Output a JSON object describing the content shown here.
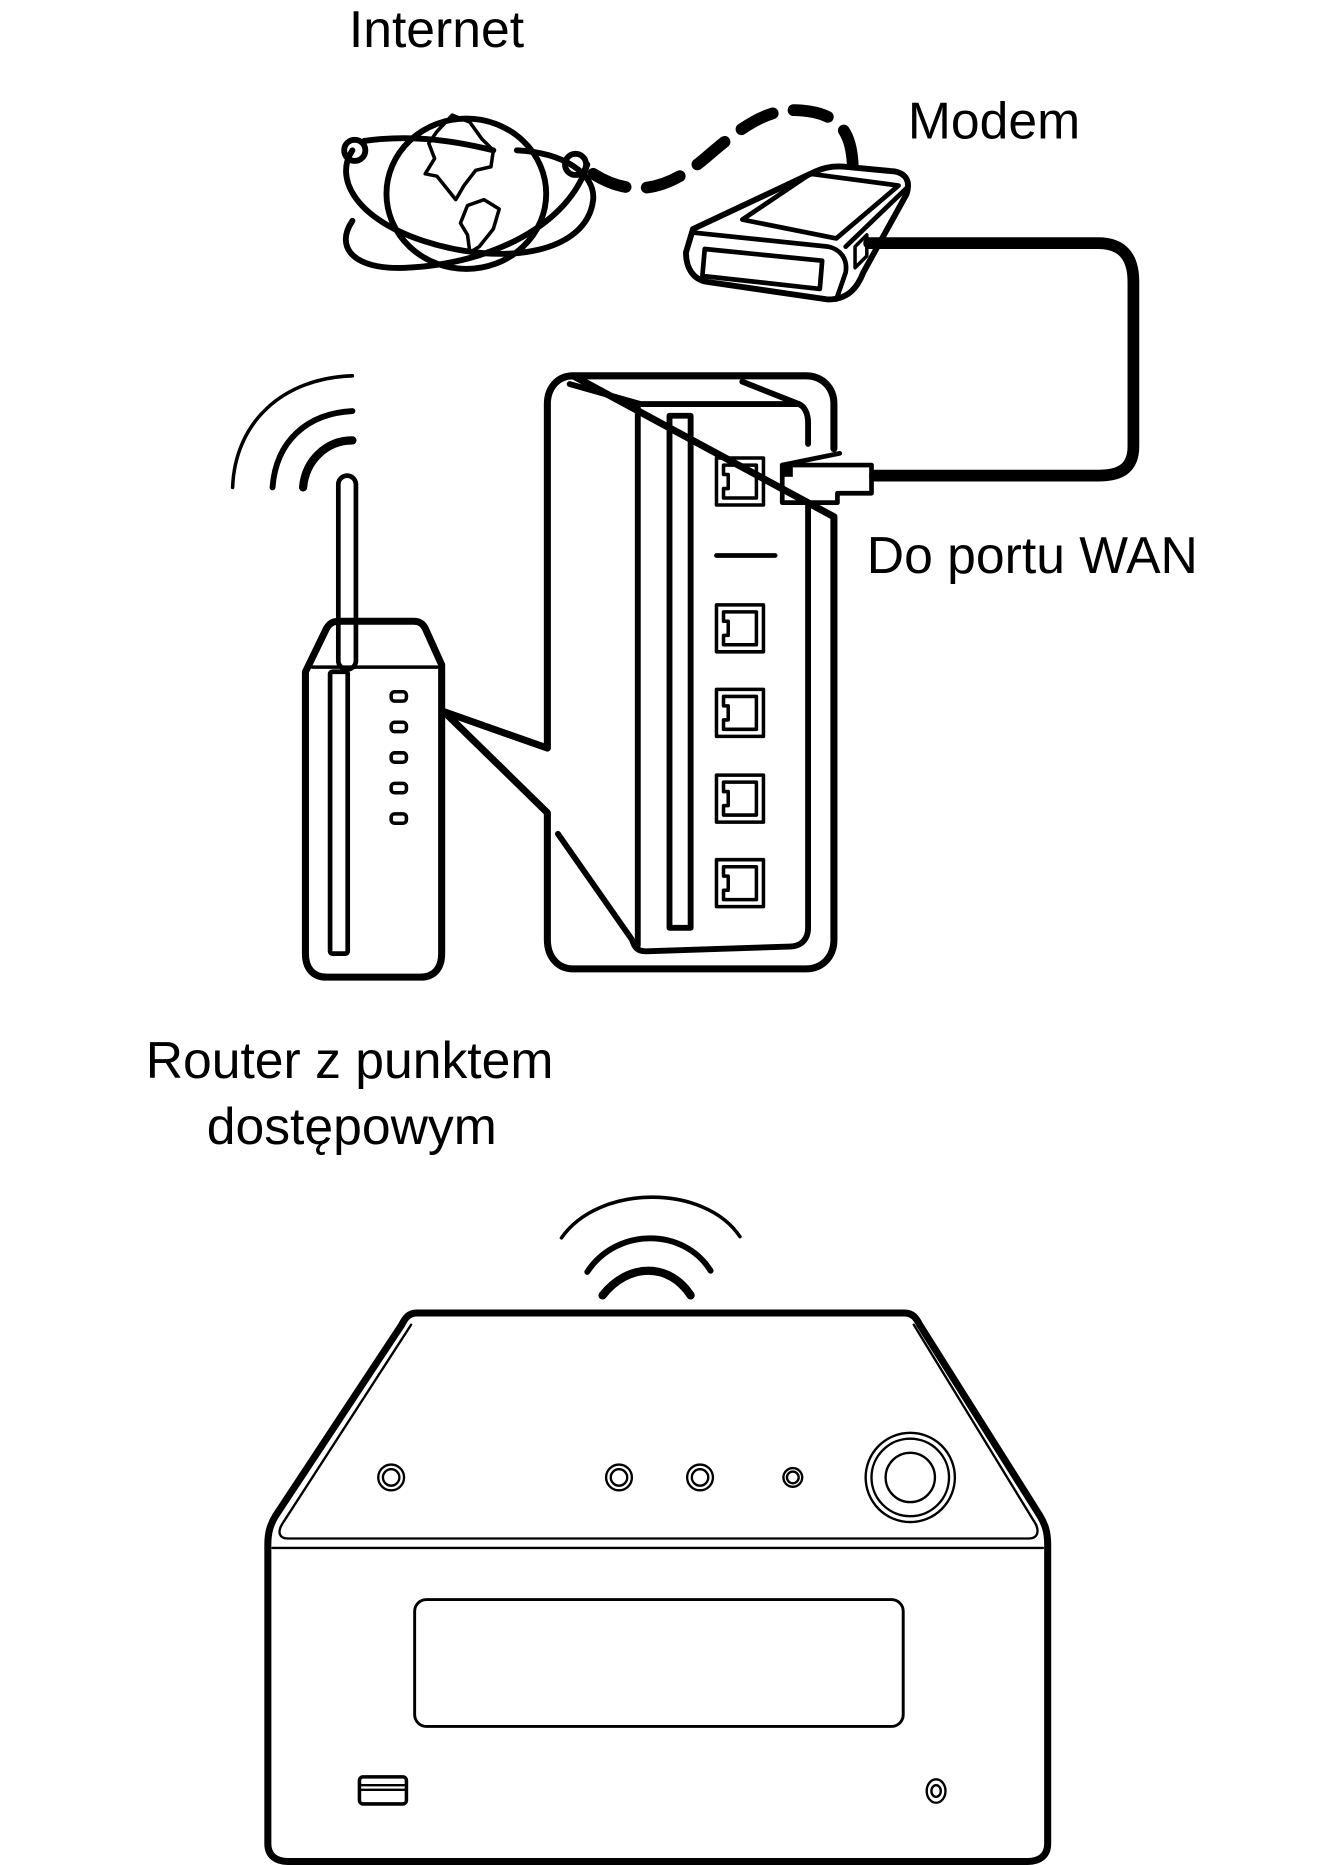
{
  "labels": {
    "internet": "Internet",
    "modem": "Modem",
    "wan_port": "Do portu WAN",
    "router_line1": "Router z punktem",
    "router_line2": "dostępowym"
  },
  "router_zoom": {
    "wan_ports": 1,
    "lan_ports": 4
  },
  "router": {
    "indicator_leds": 5
  },
  "receiver": {
    "top_buttons": 5
  },
  "colors": {
    "line": "#000000",
    "background": "#ffffff"
  }
}
